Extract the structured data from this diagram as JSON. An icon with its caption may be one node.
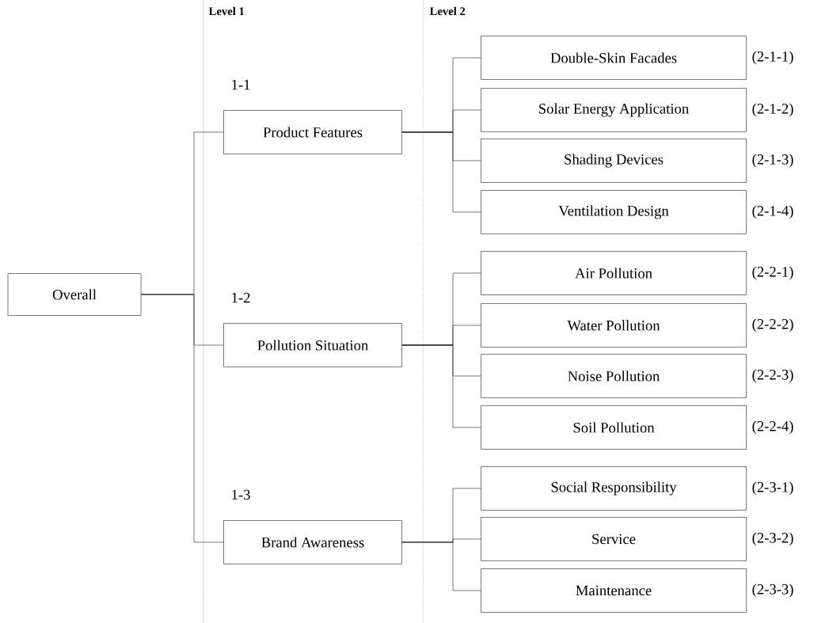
{
  "diagram": {
    "nodes": [
      {
        "text": [
          "Overall"
        ]
      },
      {
        "text": [
          "Product Features"
        ],
        "beside": [
          "1-1"
        ]
      },
      {
        "text": [
          "Pollution Situation"
        ],
        "beside": [
          "1-2"
        ]
      },
      {
        "text": [
          "Brand Awareness"
        ],
        "beside": [
          "1-3"
        ]
      },
      {
        "text": [
          "Double-Skin Facades"
        ],
        "beside": [
          "(2-1-1)"
        ]
      },
      {
        "text": [
          "Solar Energy Application"
        ],
        "beside": [
          "(2-1-2)"
        ]
      },
      {
        "text": [
          "Shading Devices"
        ],
        "beside": [
          "(2-1-3)"
        ]
      },
      {
        "text": [
          "Ventilation Design"
        ],
        "beside": [
          "(2-1-4)"
        ]
      },
      {
        "text": [
          "Air Pollution"
        ],
        "beside": [
          "(2-2-1)"
        ]
      },
      {
        "text": [
          "Water Pollution"
        ],
        "beside": [
          "(2-2-2)"
        ]
      },
      {
        "text": [
          "Noise Pollution"
        ],
        "beside": [
          "(2-2-3)"
        ]
      },
      {
        "text": [
          "Soil Pollution"
        ],
        "beside": [
          "(2-2-4)"
        ]
      },
      {
        "text": [
          "Social Responsibility"
        ],
        "beside": [
          "(2-3-1)"
        ]
      },
      {
        "text": [
          "Service"
        ],
        "beside": [
          "(2-3-2)"
        ]
      },
      {
        "text": [
          "Maintenance"
        ],
        "beside": [
          "(2-3-3)"
        ]
      }
    ],
    "edges": [
      {
        "from": 0,
        "to": 1,
        "arrow": "none"
      },
      {
        "from": 0,
        "to": 2,
        "arrow": "none"
      },
      {
        "from": 0,
        "to": 3,
        "arrow": "none"
      },
      {
        "from": 1,
        "to": 4,
        "arrow": "none"
      },
      {
        "from": 1,
        "to": 5,
        "arrow": "none"
      },
      {
        "from": 1,
        "to": 6,
        "arrow": "none"
      },
      {
        "from": 1,
        "to": 7,
        "arrow": "none"
      },
      {
        "from": 2,
        "to": 8,
        "arrow": "none"
      },
      {
        "from": 2,
        "to": 9,
        "arrow": "none"
      },
      {
        "from": 2,
        "to": 10,
        "arrow": "none"
      },
      {
        "from": 2,
        "to": 11,
        "arrow": "none"
      },
      {
        "from": 3,
        "to": 12,
        "arrow": "none"
      },
      {
        "from": 3,
        "to": 13,
        "arrow": "none"
      },
      {
        "from": 3,
        "to": 14,
        "arrow": "none"
      }
    ],
    "labels": [
      "Level 1",
      "Level 2"
    ]
  }
}
